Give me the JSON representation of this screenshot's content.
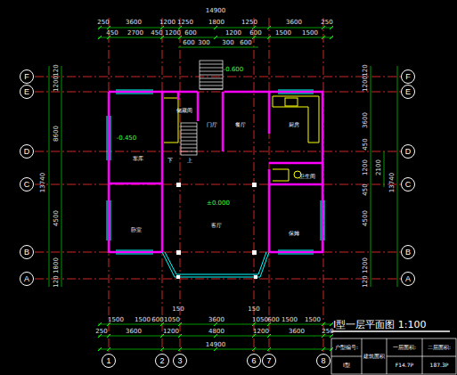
{
  "diagram": {
    "title": "I型一层平面图 1:100",
    "nodes": [
      {
        "text": [
          "F"
        ]
      },
      {
        "text": [
          "E"
        ]
      },
      {
        "text": [
          "D"
        ]
      },
      {
        "text": [
          "C"
        ]
      },
      {
        "text": [
          "B"
        ]
      },
      {
        "text": [
          "A"
        ]
      },
      {
        "text": [
          "F"
        ]
      },
      {
        "text": [
          "E"
        ]
      },
      {
        "text": [
          "D"
        ]
      },
      {
        "text": [
          "C"
        ]
      },
      {
        "text": [
          "B"
        ]
      },
      {
        "text": [
          "A"
        ]
      },
      {
        "text": [
          "1"
        ]
      },
      {
        "text": [
          "2"
        ]
      },
      {
        "text": [
          "3"
        ]
      },
      {
        "text": [
          "6"
        ]
      },
      {
        "text": [
          "7"
        ]
      },
      {
        "text": [
          "8"
        ]
      }
    ],
    "labels": [
      "14900",
      "250",
      "3600",
      "1200",
      "1250",
      "1800",
      "1250",
      "3600",
      "250",
      "450",
      "2700",
      "450",
      "1200",
      "600",
      "1200",
      "600",
      "1500",
      "1500",
      "600",
      "300",
      "300",
      "600",
      "-0.600",
      "储藏间",
      "门厅",
      "餐厅",
      "厨房",
      "-0.450",
      "车库",
      "下",
      "上",
      "卫生间",
      "±0.000",
      "卧室",
      "客厅",
      "保姆",
      "1500",
      "1500",
      "600",
      "1050",
      "3600",
      "1050",
      "600",
      "1500",
      "1500",
      "150",
      "150",
      "250",
      "3600",
      "1200",
      "4800",
      "1200",
      "3600",
      "250",
      "14900",
      "120",
      "1200",
      "8600",
      "4500",
      "1800",
      "120",
      "13740",
      "120",
      "1200",
      "3600",
      "450",
      "1200",
      "450",
      "4500",
      "1200",
      "120",
      "2100",
      "13740",
      "户型编号:",
      "I型",
      "建筑面积",
      "一层面积:",
      "F14.7P",
      "二层面积:",
      "187.3P"
    ]
  }
}
